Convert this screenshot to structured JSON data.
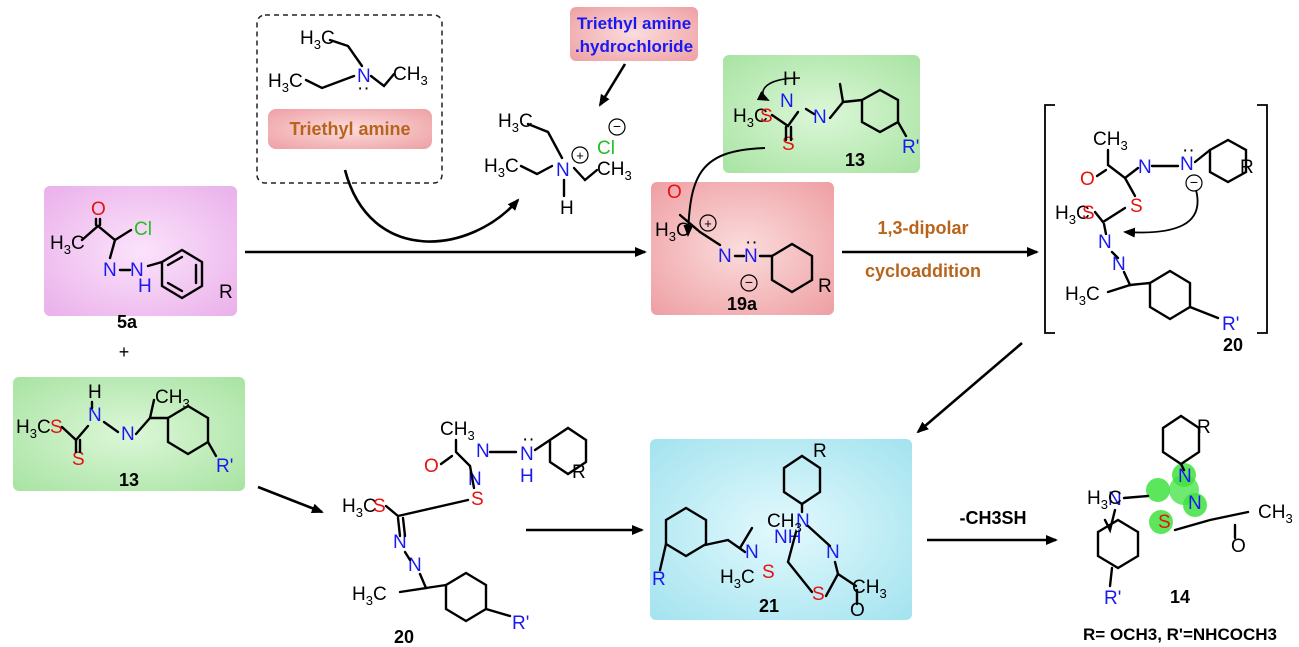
{
  "colors": {
    "pink_box": "#f3c6f3",
    "green_box": "#b9eab5",
    "red_box": "#f2b7b9",
    "cyan_box": "#b9ecf5",
    "orange_text": "#b8641c",
    "blue_text": "#1a1af0",
    "red_atom": "#e81010",
    "green_atom": "#22c022",
    "highlight": "#3fe23f"
  },
  "reagents": {
    "triethylamine": "Triethyl amine",
    "triethylamine_hcl_line1": "Triethyl amine",
    "triethylamine_hcl_line2": ".hydrochloride"
  },
  "compounds": {
    "c5a": "5a",
    "c13_top": "13",
    "c13_left": "13",
    "c19a": "19a",
    "c20_bracket": "20",
    "c20_bottom": "20",
    "c21": "21",
    "c14": "14"
  },
  "conditions": {
    "step_line1": "1,3-dipolar",
    "step_line2": "cycloaddition",
    "elimination": "-CH3SH"
  },
  "plus_sign": "+",
  "footnote": "R= OCH3, R'=NHCOCH3"
}
